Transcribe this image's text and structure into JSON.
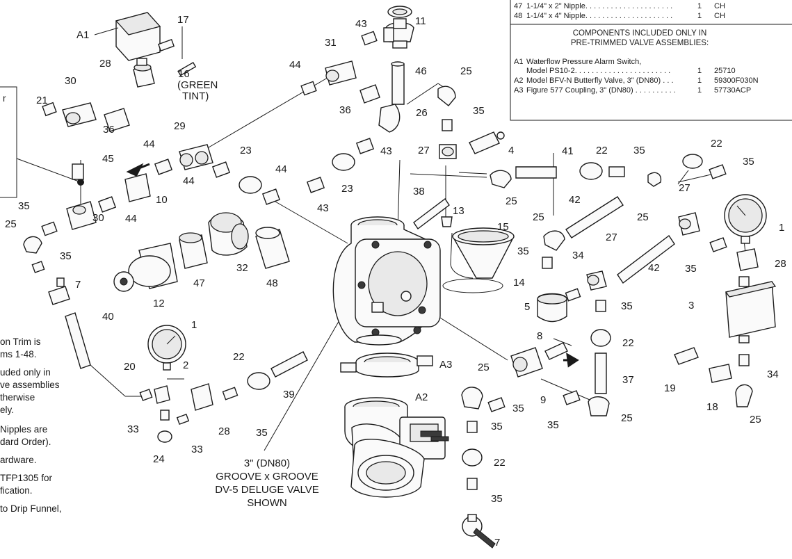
{
  "parts_table": {
    "rows": [
      {
        "item": "47",
        "desc": "1-1/4\" x 2\" Nipple. . . . . . . . . . . . . . . . . . . . .",
        "qty": "1",
        "part_no": "CH"
      },
      {
        "item": "48",
        "desc": "1-1/4\" x 4\" Nipple. . . . . . . . . . . . . . . . . . . . .",
        "qty": "1",
        "part_no": "CH"
      }
    ],
    "section_heading_line1": "COMPONENTS INCLUDED ONLY IN",
    "section_heading_line2": "PRE-TRIMMED VALVE ASSEMBLIES:",
    "components": [
      {
        "item": "A1",
        "desc": "Waterflow Pressure Alarm Switch,",
        "desc2": "Model PS10-2. . . . . . . . . . . . . . . . . . . . . . .",
        "qty": "1",
        "part_no": "25710"
      },
      {
        "item": "A2",
        "desc": "Model BFV-N Butterfly Valve, 3\" (DN80) . . .",
        "qty": "1",
        "part_no": "59300F030N"
      },
      {
        "item": "A3",
        "desc": "Figure 577 Coupling, 3\" (DN80) . . . . . . . . . .",
        "qty": "1",
        "part_no": "57730ACP"
      }
    ]
  },
  "labels": {
    "n1": "1",
    "n2": "2",
    "n3": "3",
    "n4": "4",
    "n5": "5",
    "n7": "7",
    "n8": "8",
    "n9": "9",
    "n10": "10",
    "n11": "11",
    "n12": "12",
    "n13": "13",
    "n14": "14",
    "n15": "15",
    "n16": "16",
    "n17": "17",
    "n18": "18",
    "n19": "19",
    "n20": "20",
    "n21": "21",
    "n22": "22",
    "n23": "23",
    "n24": "24",
    "n25": "25",
    "n26": "26",
    "n27": "27",
    "n28": "28",
    "n29": "29",
    "n30": "30",
    "n31": "31",
    "n32": "32",
    "n33": "33",
    "n34": "34",
    "n35": "35",
    "n36": "36",
    "n37": "37",
    "n38": "38",
    "n39": "39",
    "n40": "40",
    "n41": "41",
    "n42": "42",
    "n43": "43",
    "n44": "44",
    "n45": "45",
    "n46": "46",
    "n47": "47",
    "n48": "48",
    "a1": "A1",
    "a2": "A2",
    "a3": "A3",
    "green_tint_line1": "(GREEN",
    "green_tint_line2": "TINT)"
  },
  "valve_caption": {
    "line1": "3\" (DN80)",
    "line2": "GROOVE x GROOVE",
    "line3": "DV-5 DELUGE VALVE",
    "line4": "SHOWN"
  },
  "left_notes": [
    "on Trim is",
    "ms 1-48.",
    "uded only in",
    "ve assemblies",
    "therwise",
    "ely.",
    "Nipples are",
    "dard Order).",
    "ardware.",
    "TFP1305 for",
    "fication.",
    "to Drip Funnel,"
  ],
  "left_box_fragment": "r"
}
